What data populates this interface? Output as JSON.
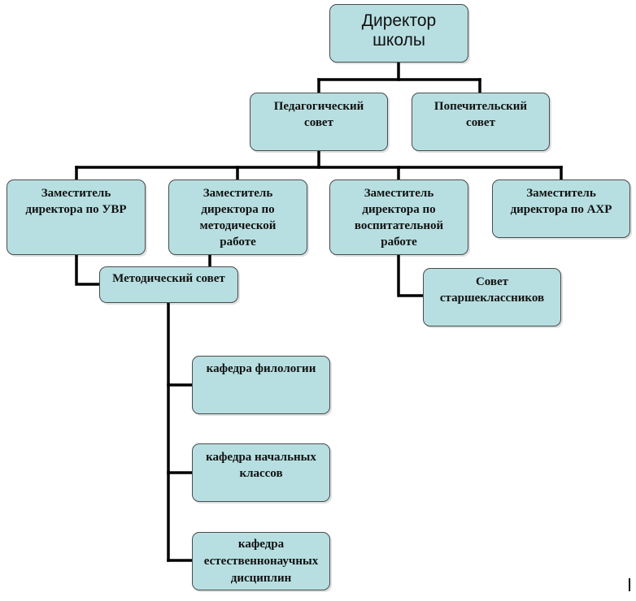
{
  "director": {
    "line1": "Директор",
    "line2": "школы"
  },
  "councils": {
    "pedagogical": {
      "line1": "Педагогический",
      "line2": "совет"
    },
    "trustees": {
      "line1": "Попечительский",
      "line2": "совет"
    }
  },
  "deputies": {
    "uvr": {
      "line1": "Заместитель",
      "line2": "директора по УВР"
    },
    "methodical": {
      "line1": "Заместитель",
      "line2": "директора по",
      "line3": "методической",
      "line4": "работе"
    },
    "educational": {
      "line1": "Заместитель",
      "line2": "директора по",
      "line3": "воспитательной",
      "line4": "работе"
    },
    "ahr": {
      "line1": "Заместитель",
      "line2": "директора по АХР"
    }
  },
  "method_council": {
    "label": "Методический совет"
  },
  "senior_council": {
    "line1": "Совет",
    "line2": "старшеклассников"
  },
  "departments": {
    "philology": {
      "line1": "кафедра филологии"
    },
    "primary": {
      "line1": "кафедра начальных",
      "line2": "классов"
    },
    "science": {
      "line1": "кафедра",
      "line2": "естественнонаучных",
      "line3": "дисциплин"
    }
  }
}
